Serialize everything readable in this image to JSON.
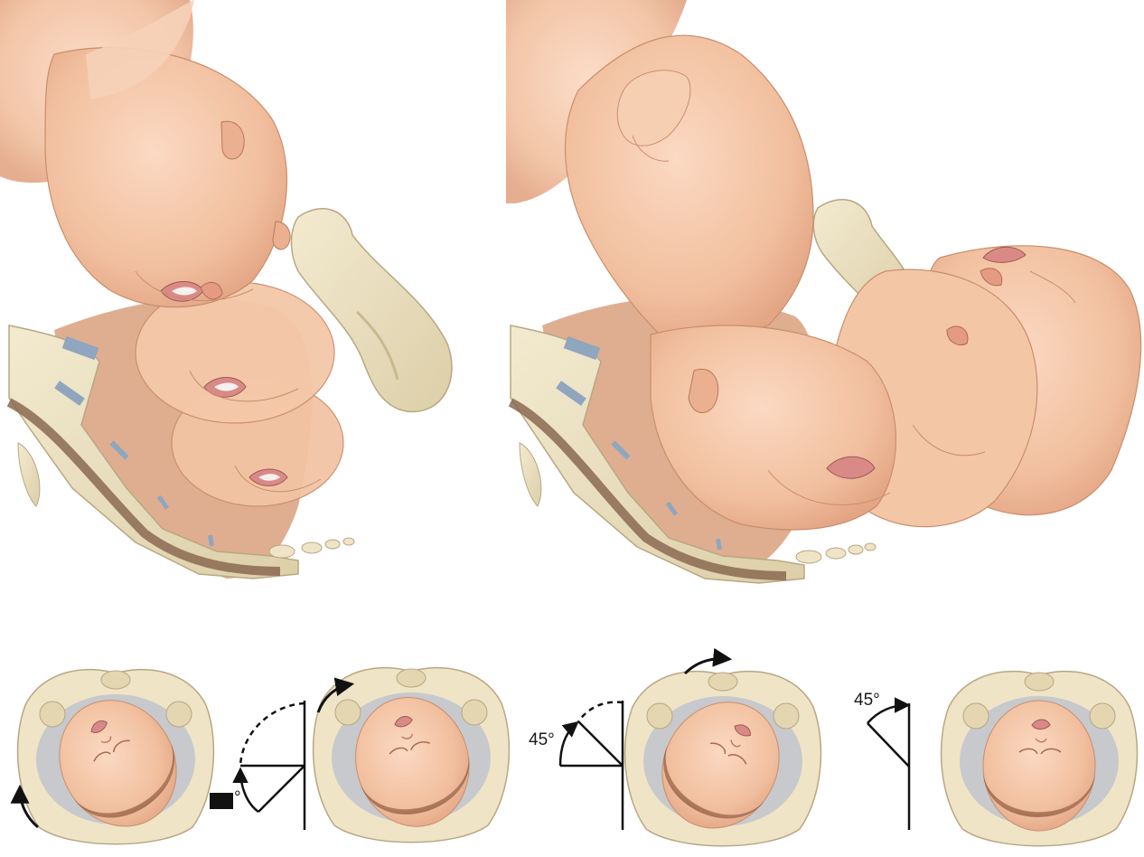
{
  "figure": {
    "panels_top": [
      {
        "id": "head-delivery-extension"
      },
      {
        "id": "anterior-shoulder-delivery"
      }
    ],
    "outlet_views": [
      {
        "id": "outlet-view-1"
      },
      {
        "id": "outlet-view-2"
      },
      {
        "id": "outlet-view-3"
      },
      {
        "id": "outlet-view-4"
      }
    ],
    "rotation_diagrams": [
      {
        "id": "rotation-diagram-1",
        "angle_label": "°",
        "angle_prefix_redacted": true
      },
      {
        "id": "rotation-diagram-2",
        "angle_label": "45°"
      },
      {
        "id": "rotation-diagram-3",
        "angle_label": "45°"
      }
    ]
  },
  "colors": {
    "skin": "#f4c7a8",
    "skin_shadow": "#e7a98a",
    "bone": "#e8dcb8",
    "bone_edge": "#b8a784",
    "disc": "#8fa6be",
    "tissue": "#c98a66",
    "canal": "#8a6a50",
    "ink": "#111111",
    "hair": "#9c6a4e",
    "cavity": "#c7c9cc"
  },
  "icons": [
    "curved-arrow-icon",
    "dashed-arc-icon",
    "angle-line-icon"
  ]
}
